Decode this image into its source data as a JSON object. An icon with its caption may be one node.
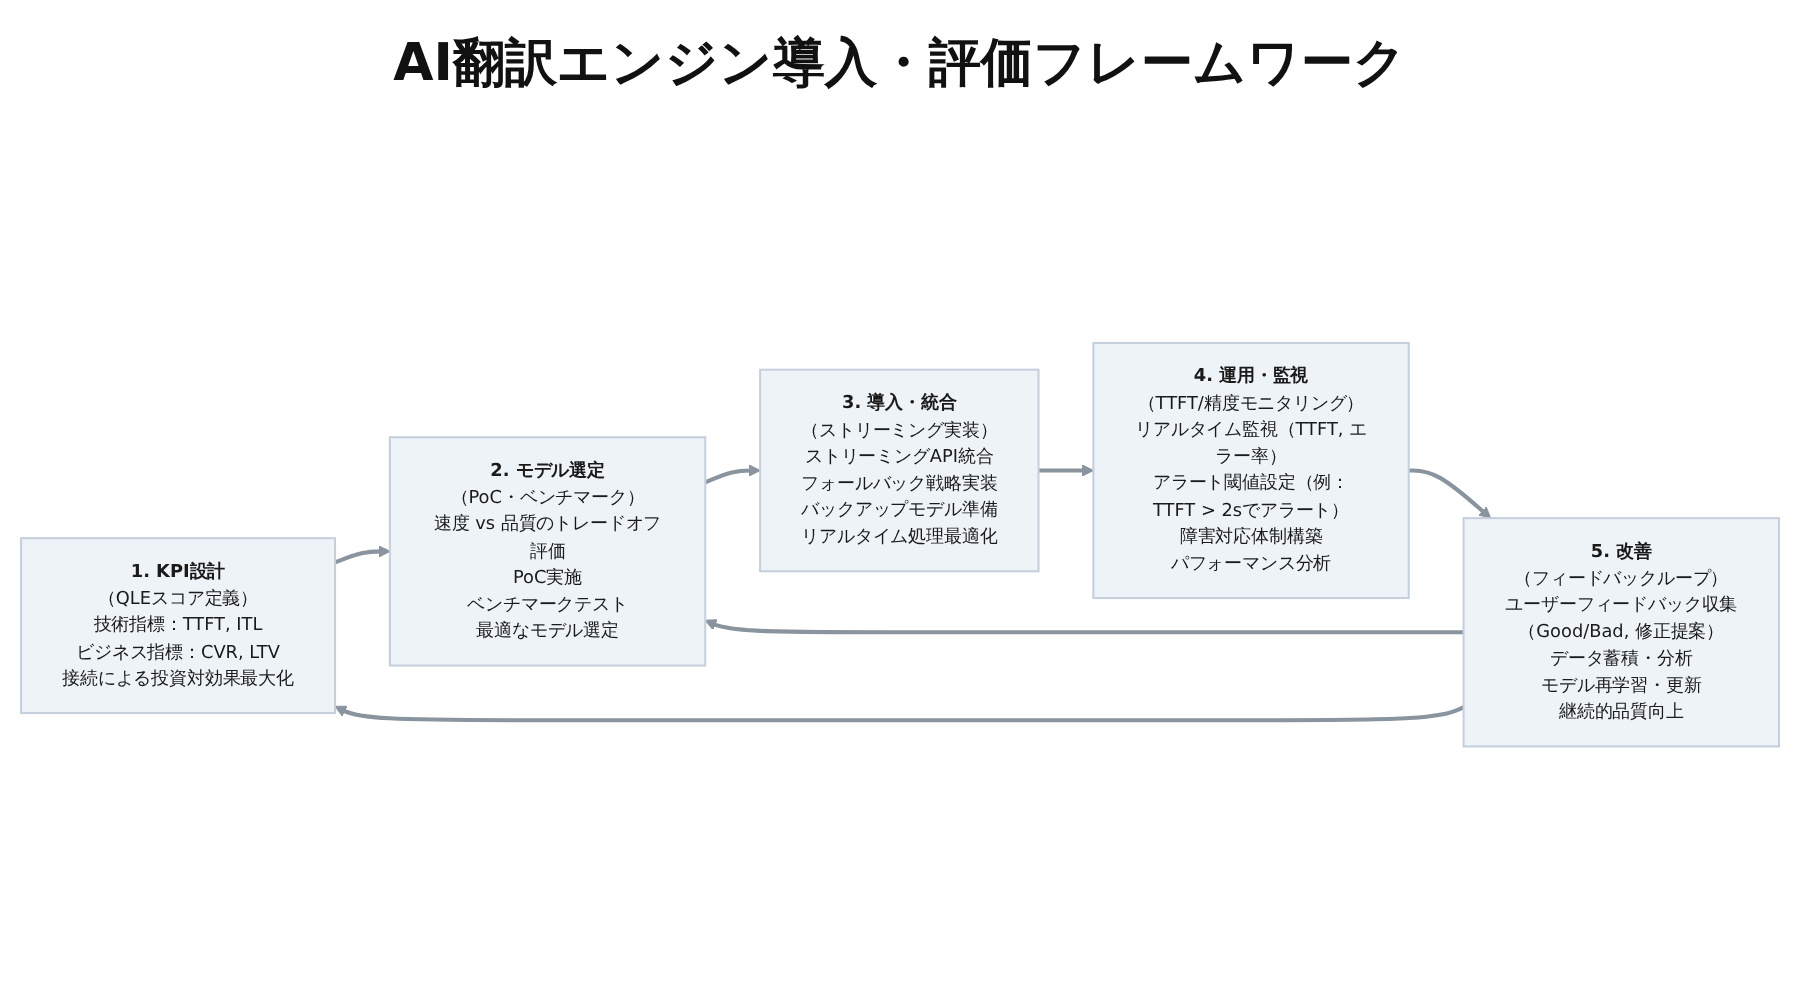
{
  "diagram": {
    "title": "AI翻訳エンジン導入・評価フレームワーク",
    "nodes": [
      {
        "text": [
          "1. KPI設計",
          "（QLEスコア定義）",
          "技術指標：TTFT, ITL",
          "ビジネス指標：CVR, LTV",
          "接続による投資対効果最大化"
        ]
      },
      {
        "text": [
          "2. モデル選定",
          "（PoC・ベンチマーク）",
          "速度 vs 品質のトレードオフ評価",
          "PoC実施",
          "ベンチマークテスト",
          "最適なモデル選定"
        ]
      },
      {
        "text": [
          "3. 導入・統合",
          "（ストリーミング実装）",
          "ストリーミングAPI統合",
          "フォールバック戦略実装",
          "バックアップモデル準備",
          "リアルタイム処理最適化"
        ]
      },
      {
        "text": [
          "4. 運用・監視",
          "（TTFT/精度モニタリング）",
          "リアルタイム監視（TTFT, エラー率）",
          "アラート閾値設定（例：TTFT > 2sでアラート）",
          "障害対応体制構築",
          "パフォーマンス分析"
        ]
      },
      {
        "text": [
          "5. 改善",
          "（フィードバックループ）",
          "ユーザーフィードバック収集（Good/Bad, 修正提案）",
          "データ蓄積・分析",
          "モデル再学習・更新",
          "継続的品質向上"
        ]
      }
    ],
    "edges": [
      {
        "from": 0,
        "to": 1,
        "arrow": "to"
      },
      {
        "from": 1,
        "to": 2,
        "arrow": "to"
      },
      {
        "from": 2,
        "to": 3,
        "arrow": "to"
      },
      {
        "from": 3,
        "to": 4,
        "arrow": "to"
      },
      {
        "from": 4,
        "to": 0,
        "arrow": "to"
      },
      {
        "from": 4,
        "to": 1,
        "arrow": "to"
      }
    ]
  }
}
